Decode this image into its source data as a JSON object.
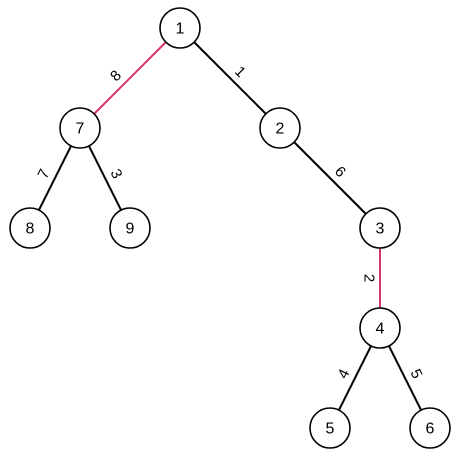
{
  "colors": {
    "default_edge": "#000000",
    "highlight_edge": "#d6336c"
  },
  "nodes": [
    {
      "id": "1",
      "label": "1"
    },
    {
      "id": "7",
      "label": "7"
    },
    {
      "id": "2",
      "label": "2"
    },
    {
      "id": "8",
      "label": "8"
    },
    {
      "id": "9",
      "label": "9"
    },
    {
      "id": "3",
      "label": "3"
    },
    {
      "id": "4",
      "label": "4"
    },
    {
      "id": "5",
      "label": "5"
    },
    {
      "id": "6",
      "label": "6"
    }
  ],
  "edges": [
    {
      "from": "1",
      "to": "7",
      "weight": "8",
      "highlighted": true
    },
    {
      "from": "1",
      "to": "2",
      "weight": "1",
      "highlighted": false
    },
    {
      "from": "7",
      "to": "8",
      "weight": "7",
      "highlighted": false
    },
    {
      "from": "7",
      "to": "9",
      "weight": "3",
      "highlighted": false
    },
    {
      "from": "2",
      "to": "3",
      "weight": "6",
      "highlighted": false
    },
    {
      "from": "3",
      "to": "4",
      "weight": "2",
      "highlighted": true
    },
    {
      "from": "4",
      "to": "5",
      "weight": "4",
      "highlighted": false
    },
    {
      "from": "4",
      "to": "6",
      "weight": "5",
      "highlighted": false
    }
  ]
}
